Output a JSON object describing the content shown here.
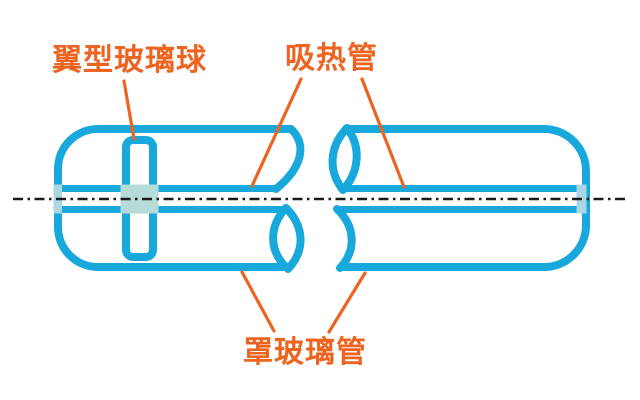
{
  "diagram": {
    "type": "technical-line-diagram",
    "subject": "evacuated solar collector tube, broken-out section view",
    "labels": {
      "wing_glass_ball": "翼型玻璃球",
      "heat_absorber_tube": "吸热管",
      "cover_glass_tube": "罩玻璃管"
    },
    "parts": [
      {
        "name": "wing-type glass ball",
        "label": "翼型玻璃球",
        "pointed_at": "vertical support ring near left end of tube"
      },
      {
        "name": "heat absorber tube",
        "label": "吸热管",
        "pointed_at": "inner horizontal tube on both tube halves"
      },
      {
        "name": "cover glass tube",
        "label": "罩玻璃管",
        "pointed_at": "outer tube wall on both tube halves"
      }
    ],
    "colors": {
      "tube_stroke": "#18a8dc",
      "joint_pale": "#abd7e4",
      "wing_joint_pale": "#b5dcd8",
      "label_orange": "#ed6421",
      "centerline_black": "#1b1b1b",
      "background": "#ffffff"
    }
  }
}
